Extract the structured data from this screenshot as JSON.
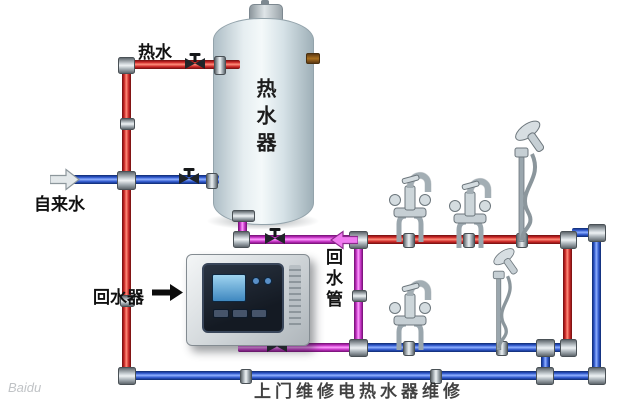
{
  "diagram": {
    "tank_label": "热水器",
    "hot_water_label": "热水",
    "tap_water_label": "自来水",
    "return_device_label": "回水器",
    "return_pipe_label": "回水管"
  },
  "watermarks": {
    "caption": "上门维修电热水器维修",
    "logo": "Baidu"
  },
  "colors": {
    "hot_pipe": "#c92525",
    "cold_pipe": "#2d55c9",
    "return_pipe": "#c02fc0",
    "fitting": "#aab3b9",
    "valve": "#1a1d20",
    "tank_body": "#dde8ec"
  }
}
